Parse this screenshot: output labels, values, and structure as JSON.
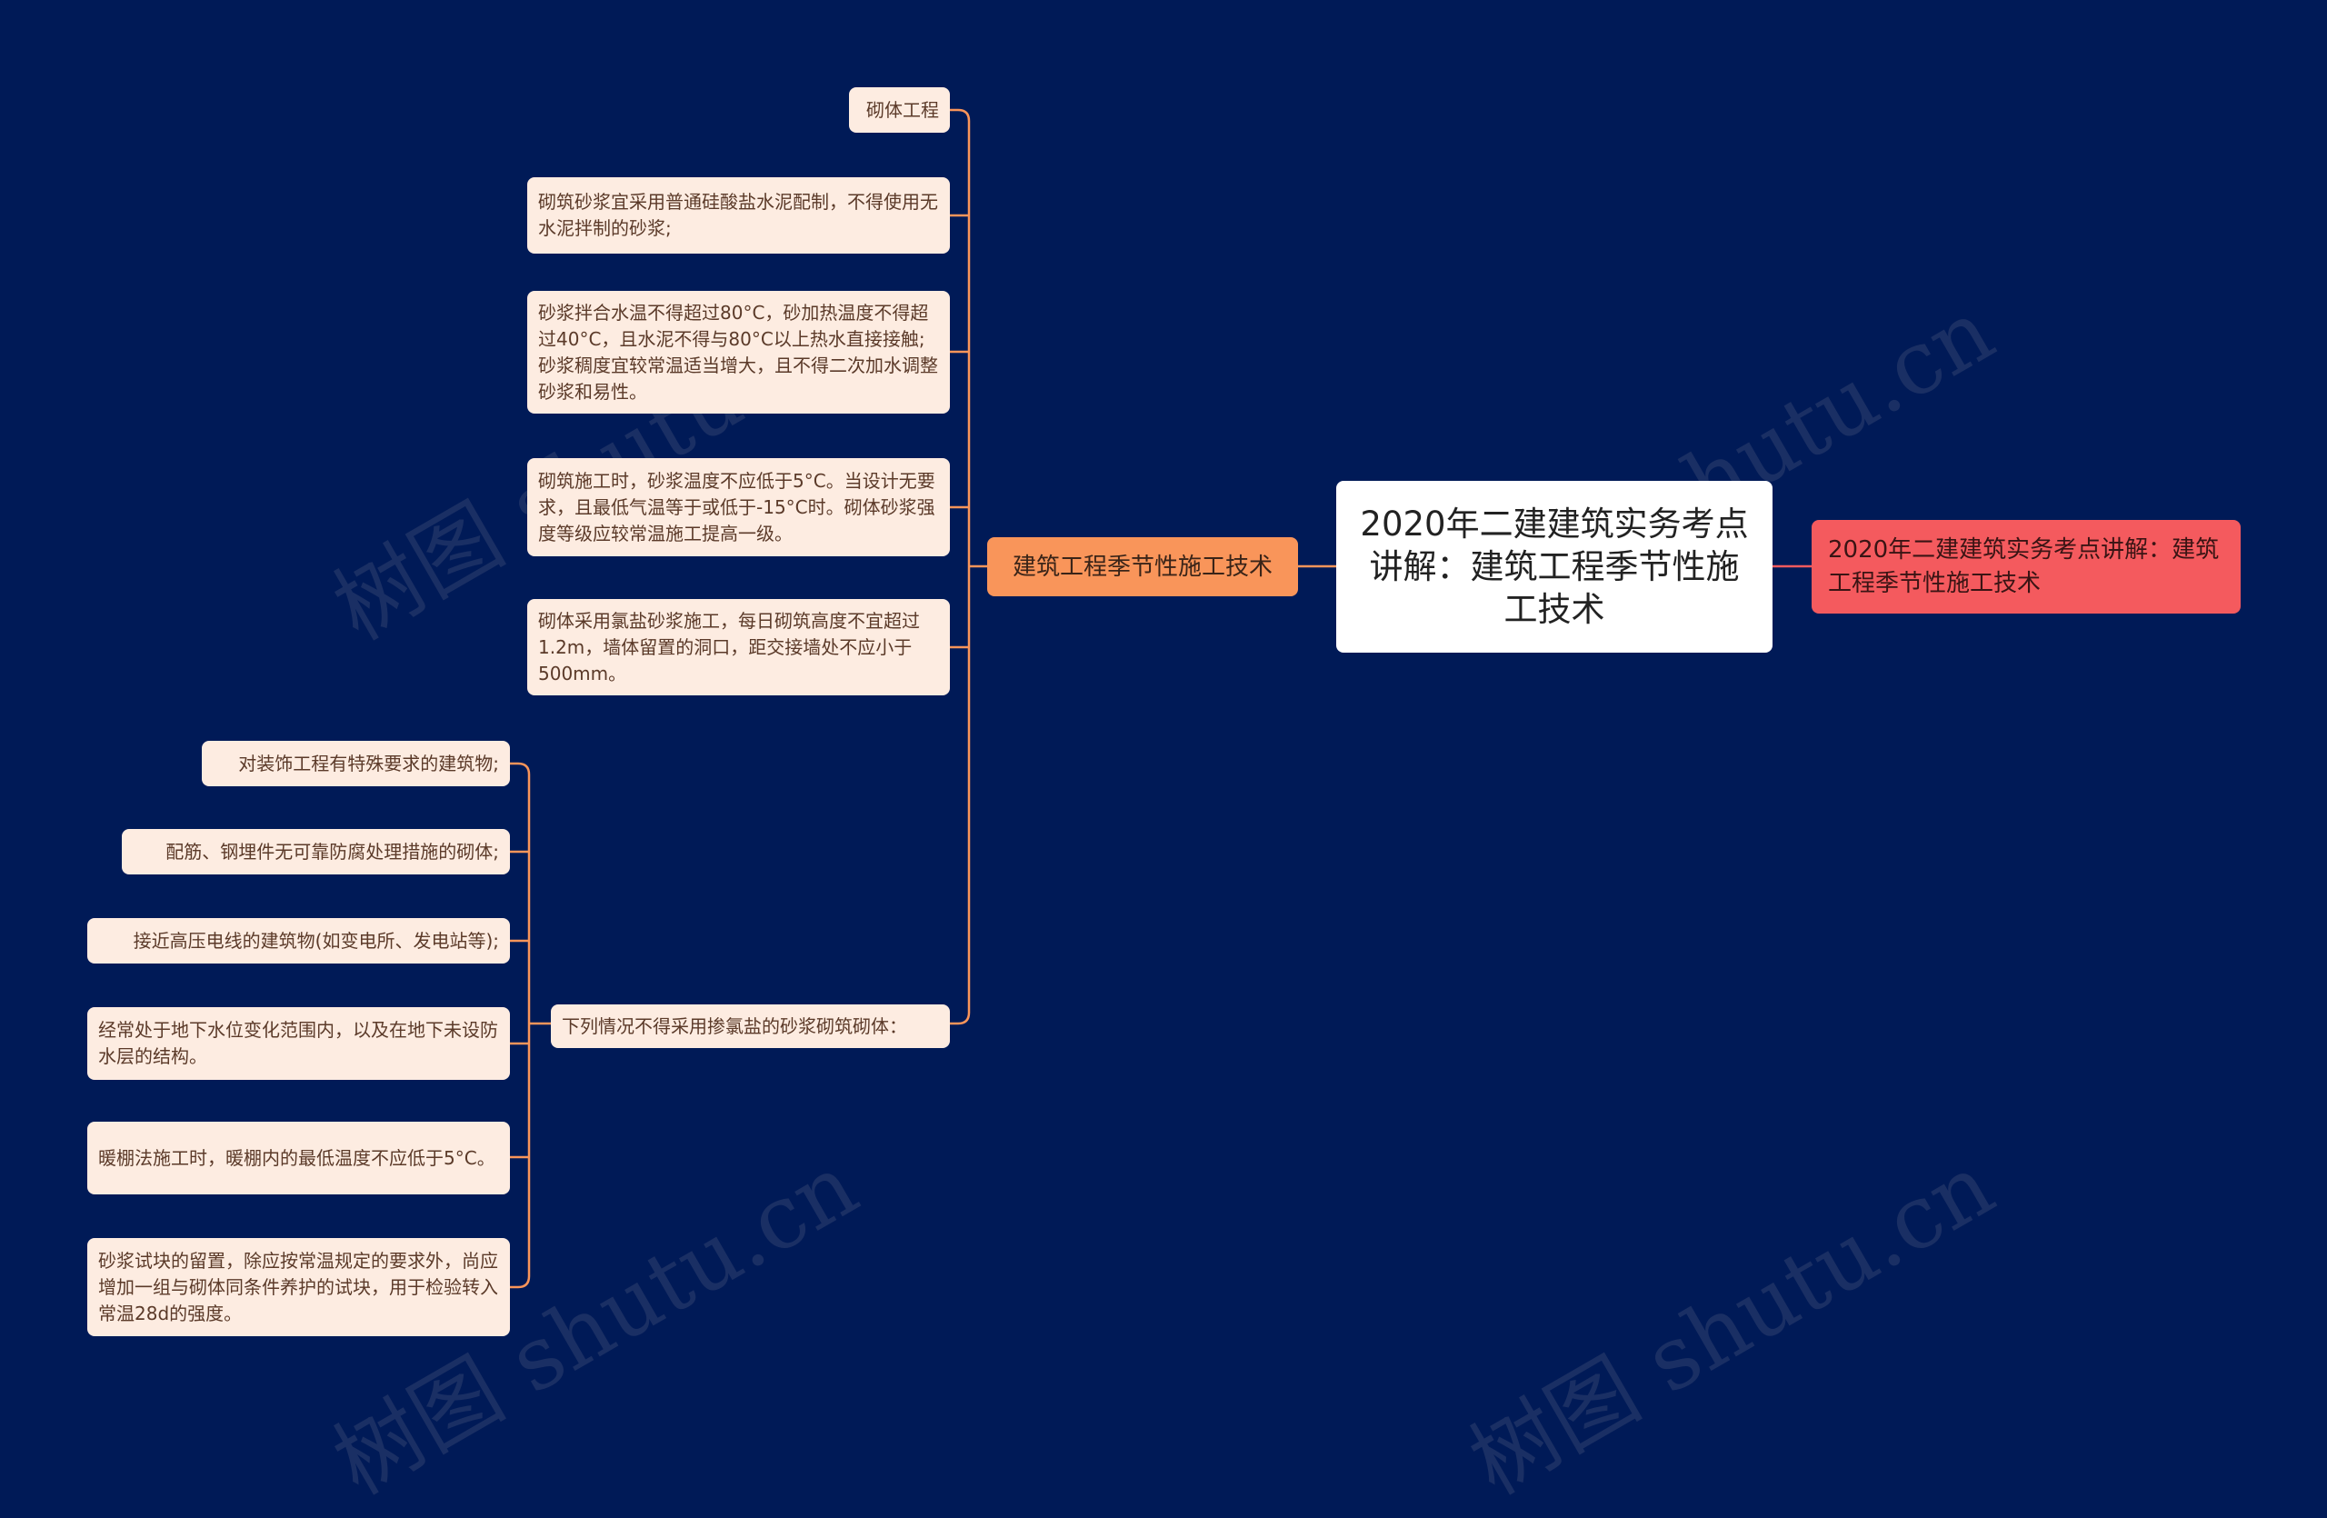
{
  "root": {
    "title": "2020年二建建筑实务考点讲解：建筑工程季节性施工技术"
  },
  "aside_node": {
    "text": "2020年二建建筑实务考点讲解：建筑工程季节性施工技术"
  },
  "branch": {
    "label": "建筑工程季节性施工技术",
    "children": [
      {
        "text": "砌体工程"
      },
      {
        "text": "砌筑砂浆宜采用普通硅酸盐水泥配制，不得使用无水泥拌制的砂浆;"
      },
      {
        "text": "砂浆拌合水温不得超过80°C，砂加热温度不得超过40°C，且水泥不得与80°C以上热水直接接触;砂浆稠度宜较常温适当增大，且不得二次加水调整砂浆和易性。"
      },
      {
        "text": "砌筑施工时，砂浆温度不应低于5°C。当设计无要求，且最低气温等于或低于-15°C时。砌体砂浆强度等级应较常温施工提高一级。"
      },
      {
        "text": "砌体采用氯盐砂浆施工，每日砌筑高度不宜超过1.2m，墙体留置的洞口，距交接墙处不应小于500mm。"
      },
      {
        "text": "下列情况不得采用掺氯盐的砂浆砌筑砌体："
      }
    ]
  },
  "sub_branch": {
    "children": [
      {
        "text": "对装饰工程有特殊要求的建筑物;"
      },
      {
        "text": "配筋、钢埋件无可靠防腐处理措施的砌体;"
      },
      {
        "text": "接近高压电线的建筑物(如变电所、发电站等);"
      },
      {
        "text": "经常处于地下水位变化范围内，以及在地下未设防水层的结构。"
      },
      {
        "text": "暖棚法施工时，暖棚内的最低温度不应低于5°C。"
      },
      {
        "text": "砂浆试块的留置，除应按常温规定的要求外，尚应增加一组与砌体同条件养护的试块，用于检验转入常温28d的强度。"
      }
    ]
  },
  "watermarks": [
    "树图 shutu.cn",
    "树图 shutu.cn",
    "树图 shutu.cn",
    "树图 shutu.cn"
  ],
  "colors": {
    "background": "#001a57",
    "connector": "#f9955a",
    "aside_connector": "#f45a5e",
    "leaf_fill": "#fdece1",
    "branch_fill": "#f9955a",
    "aside_fill": "#f45a5e"
  }
}
